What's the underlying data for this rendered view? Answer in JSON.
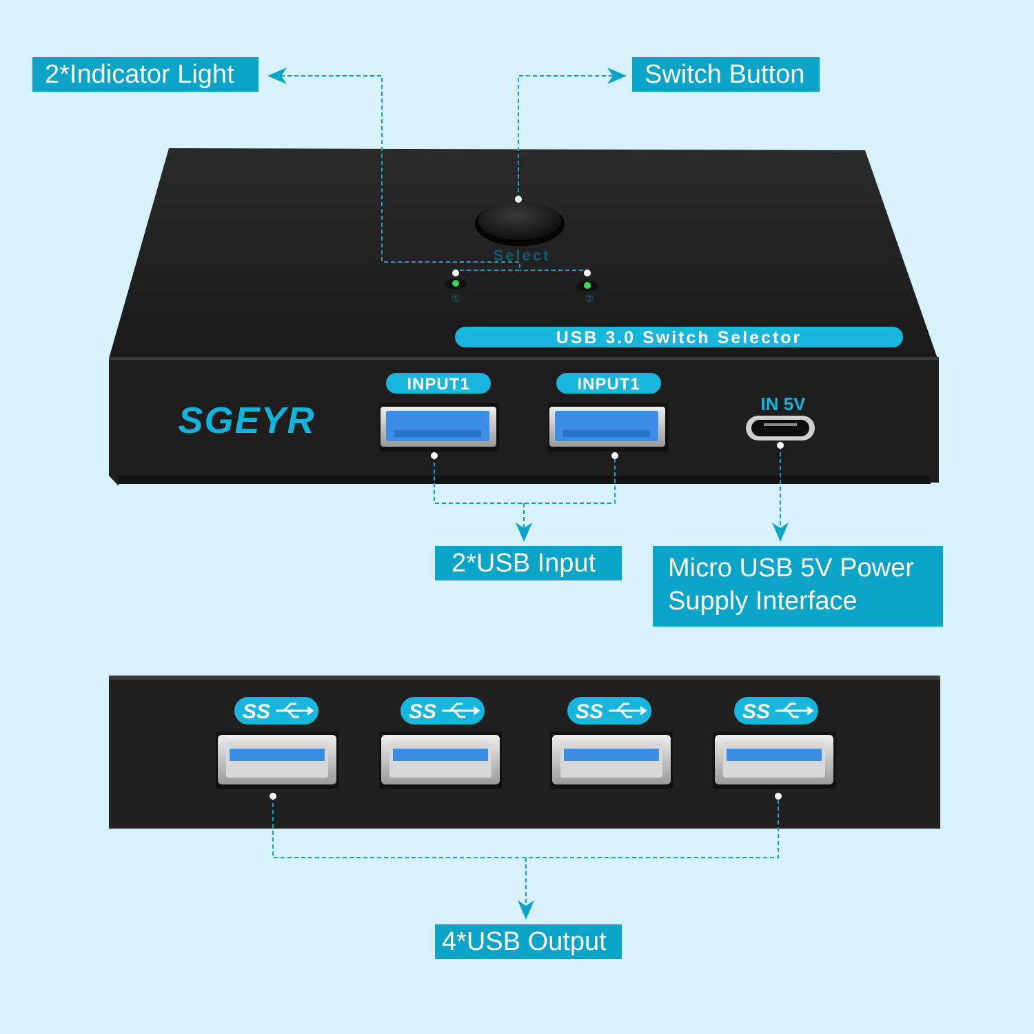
{
  "callouts": {
    "indicator": "2*Indicator Light",
    "switch_button": "Switch Button",
    "usb_input": "2*USB Input",
    "power_line1": "Micro USB 5V Power",
    "power_line2": "Supply Interface",
    "usb_output": "4*USB Output"
  },
  "device_top": {
    "select_label": "Select",
    "led1_label": "①",
    "led2_label": "②",
    "product_label": "USB 3.0 Switch Selector"
  },
  "device_front": {
    "brand": "SGEYR",
    "input_port_1_label": "INPUT1",
    "input_port_2_label": "INPUT1",
    "power_label": "IN 5V"
  },
  "device_back": {
    "ss_labels": [
      "SS",
      "SS",
      "SS",
      "SS"
    ]
  },
  "colors": {
    "background": "#d7f2fb",
    "accent": "#0aa4c9",
    "device_body": "#1f1f1f",
    "usb_blue": "#3a8ee8",
    "led_green": "#3bd35a"
  }
}
